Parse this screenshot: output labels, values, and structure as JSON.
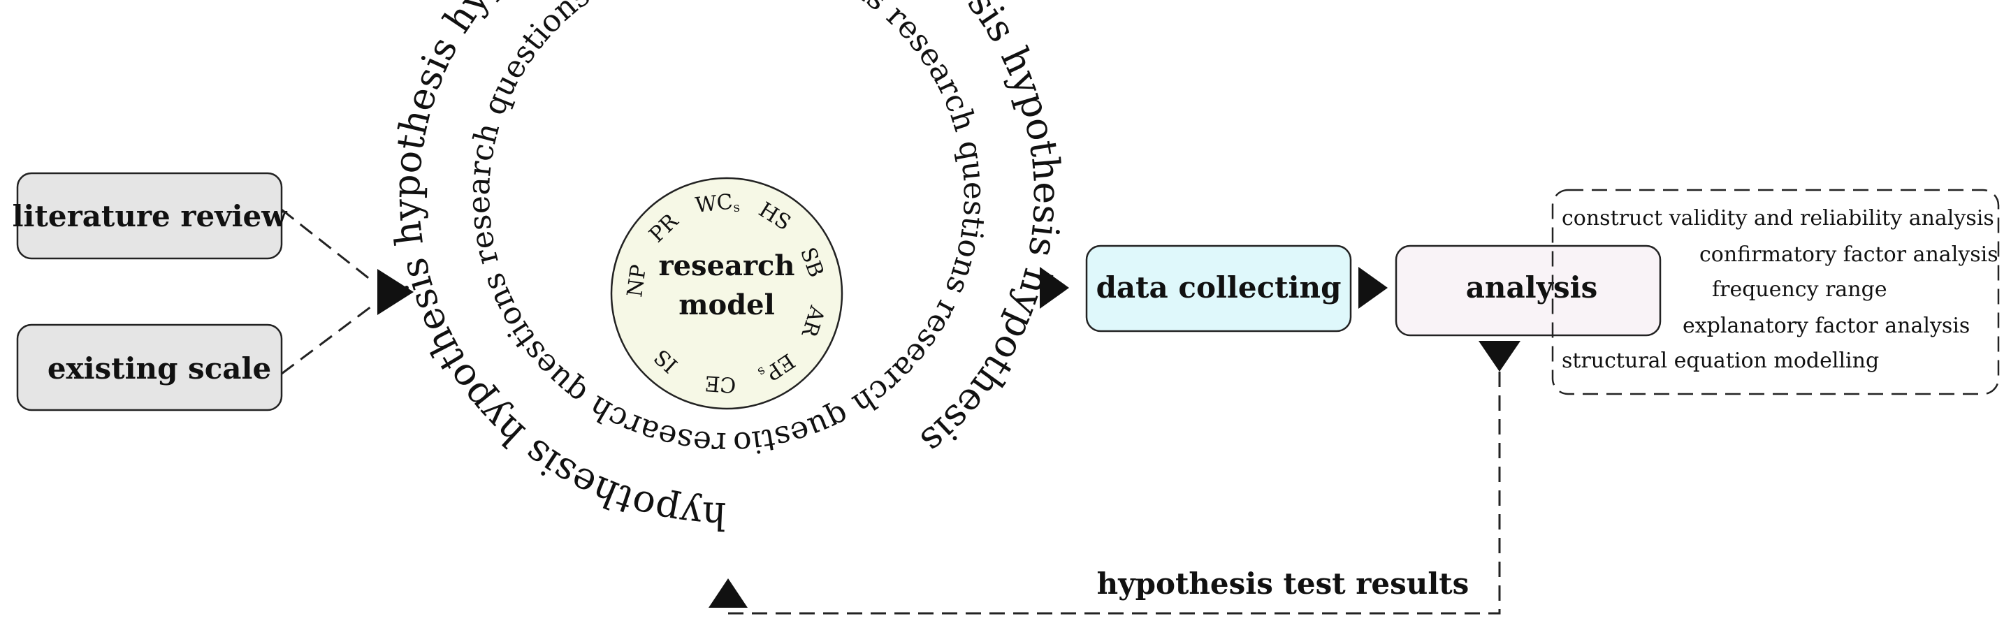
{
  "inputs": {
    "literature_review": "literature review",
    "existing_scale": "existing scale"
  },
  "center": {
    "title_line1": "research",
    "title_line2": "model",
    "constructs": [
      "NP",
      "PR",
      "WC",
      "HS",
      "SB",
      "AR",
      "EP",
      "CE",
      "IS"
    ],
    "construct_subscripts": {
      "WC": "s",
      "EP": "s"
    }
  },
  "inner_ring_phrase": "research questions",
  "outer_ring_phrase": "hypothesis",
  "steps": {
    "data_collecting": "data collecting",
    "analysis": "analysis"
  },
  "analysis_methods": [
    "construct validity and reliability analysis",
    "confirmatory factor analysis",
    "frequency range",
    "explanatory factor analysis",
    "structural equation modelling"
  ],
  "feedback_label": "hypothesis test results",
  "colors": {
    "input_box_fill": "#e5e5e5",
    "center_fill": "#f6f8e6",
    "data_collecting_fill": "#dff8fb",
    "analysis_fill": "#f9f3f7",
    "stroke": "#222222"
  }
}
